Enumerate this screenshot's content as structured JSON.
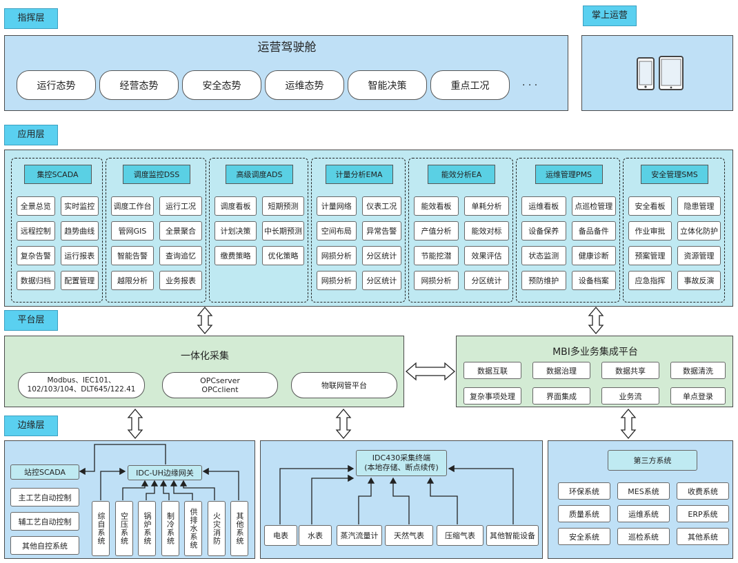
{
  "layers": {
    "command": "指挥层",
    "app": "应用层",
    "platform": "平台层",
    "edge": "边缘层",
    "mobile": "掌上运营"
  },
  "cockpit": {
    "title": "运营驾驶舱",
    "items": [
      "运行态势",
      "经营态势",
      "安全态势",
      "运维态势",
      "智能决策",
      "重点工况"
    ],
    "more": "· · ·"
  },
  "mobile": {
    "icons": [
      "phone-icon",
      "tablet-icon"
    ]
  },
  "modules": [
    {
      "title": "集控SCADA",
      "items": [
        "全景总览",
        "实时监控",
        "远程控制",
        "趋势曲线",
        "复杂告警",
        "运行报表",
        "数据归档",
        "配置管理"
      ]
    },
    {
      "title": "调度监控DSS",
      "items": [
        "调度工作台",
        "运行工况",
        "管网GIS",
        "全景聚合",
        "智能告警",
        "查询追忆",
        "越限分析",
        "业务报表"
      ]
    },
    {
      "title": "高级调度ADS",
      "items": [
        "调度看板",
        "短期预测",
        "计划决策",
        "中长期预测",
        "缴费策略",
        "优化策略"
      ]
    },
    {
      "title": "计量分析EMA",
      "items": [
        "计量网络",
        "仪表工况",
        "空间布局",
        "异常告警",
        "网损分析",
        "分区统计",
        "网损分析",
        "分区统计"
      ]
    },
    {
      "title": "能效分析EA",
      "items": [
        "能效看板",
        "单耗分析",
        "产值分析",
        "能效对标",
        "节能挖潜",
        "效果评估",
        "网损分析",
        "分区统计"
      ]
    },
    {
      "title": "运维管理PMS",
      "items": [
        "运维看板",
        "点巡检管理",
        "设备保养",
        "备品备件",
        "状态监测",
        "健康诊断",
        "预防维护",
        "设备档案"
      ]
    },
    {
      "title": "安全管理SMS",
      "items": [
        "安全看板",
        "隐患管理",
        "作业审批",
        "立体化防护",
        "预案管理",
        "资源管理",
        "应急指挥",
        "事故反演"
      ]
    }
  ],
  "collect": {
    "title": "一体化采集",
    "protocols": "Modbus、IEC101、102/103/104、DLT645/122.41",
    "opc_server": "OPCserver",
    "opc_client": "OPCclient",
    "iot": "物联网管平台"
  },
  "mbi": {
    "title": "MBI多业务集成平台",
    "items": [
      "数据互联",
      "数据治理",
      "数据共享",
      "数据清洗",
      "复杂事项处理",
      "界面集成",
      "业务流",
      "单点登录"
    ]
  },
  "edge_left": {
    "gateway": "IDC-UH边缘网关",
    "scada": "站控SCADA",
    "controls": [
      "主工艺自动控制",
      "辅工艺自动控制",
      "其他自控系统"
    ],
    "systems": [
      "综自系统",
      "空压系统",
      "锅炉系统",
      "制冷系统",
      "供排水系统",
      "火灾消防",
      "其他系统"
    ]
  },
  "edge_mid": {
    "terminal": "IDC430采集终端",
    "terminal_sub": "(本地存储、断点续传)",
    "devices": [
      "电表",
      "水表",
      "蒸汽流量计",
      "天然气表",
      "压缩气表",
      "其他智能设备"
    ]
  },
  "edge_right": {
    "title": "第三方系统",
    "items": [
      "环保系统",
      "MES系统",
      "收费系统",
      "质量系统",
      "运维系统",
      "ERP系统",
      "安全系统",
      "巡检系统",
      "其他系统"
    ]
  }
}
